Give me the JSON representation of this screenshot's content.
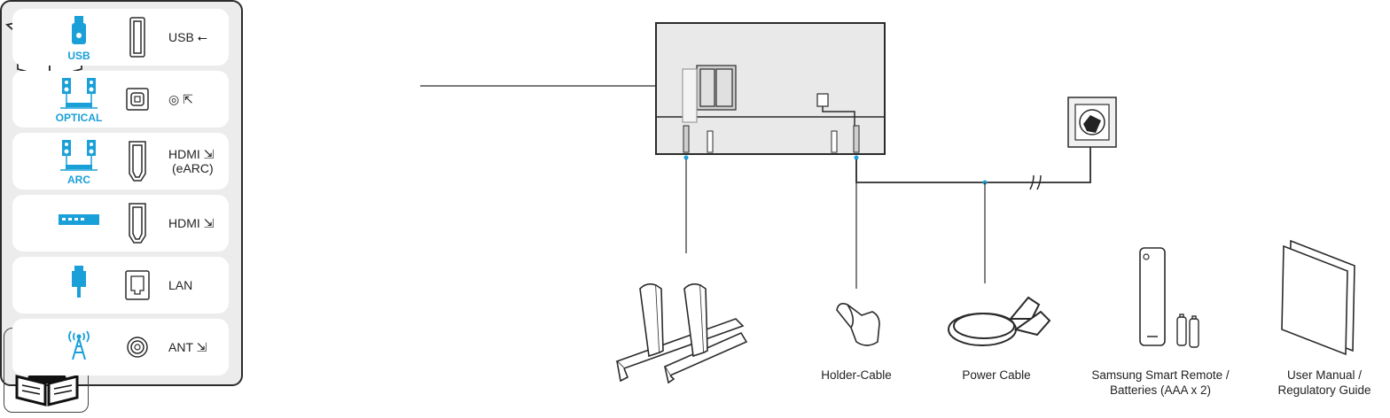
{
  "ports": [
    {
      "device_label": "USB",
      "device_icon": "usb-drive-icon",
      "jack_icon": "usb-port-icon",
      "port_label": "USB ⭠",
      "port_label_2": ""
    },
    {
      "device_label": "OPTICAL",
      "device_icon": "speaker-system-icon",
      "jack_icon": "optical-port-icon",
      "port_label": "◎ ⇱",
      "port_label_2": ""
    },
    {
      "device_label": "ARC",
      "device_icon": "speaker-system-icon",
      "jack_icon": "hdmi-port-icon",
      "port_label": "HDMI ⇲",
      "port_label_2": "(eARC)"
    },
    {
      "device_label": "",
      "device_icon": "set-top-box-icon",
      "jack_icon": "hdmi-port-icon",
      "port_label": "HDMI ⇲",
      "port_label_2": ""
    },
    {
      "device_label": "",
      "device_icon": "lan-plug-icon",
      "jack_icon": "lan-port-icon",
      "port_label": "LAN",
      "port_label_2": ""
    },
    {
      "device_label": "",
      "device_icon": "antenna-icon",
      "jack_icon": "coax-port-icon",
      "port_label": "ANT ⇲",
      "port_label_2": ""
    }
  ],
  "accessories": {
    "holder_cable": "Holder-Cable",
    "power_cable": "Power Cable",
    "remote_line1": "Samsung Smart Remote /",
    "remote_line2": "Batteries (AAA x 2)",
    "manual_line1": "User Manual /",
    "manual_line2": "Regulatory Guide"
  },
  "colors": {
    "accent": "#1aa0d8",
    "line": "#2b2b2b",
    "panel_bg": "#ececec"
  }
}
